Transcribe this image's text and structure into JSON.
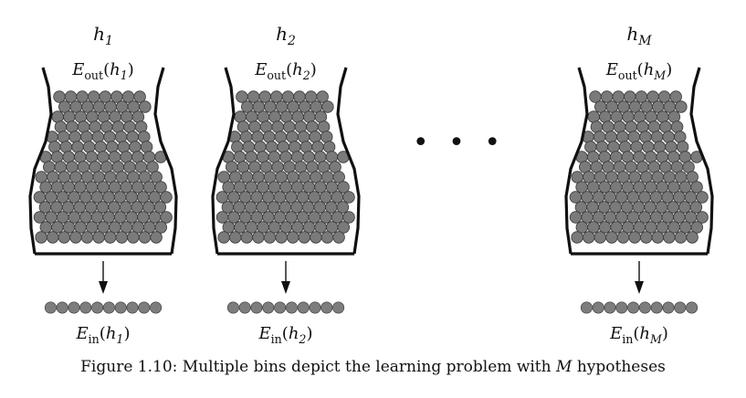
{
  "bins": [
    {
      "id": "h1",
      "hyp_base": "h",
      "hyp_sub": "1",
      "eout_base": "E",
      "eout_sub": "out",
      "ein_base": "E",
      "ein_sub": "in",
      "paren_open": "(",
      "paren_close": ")"
    },
    {
      "id": "h2",
      "hyp_base": "h",
      "hyp_sub": "2",
      "eout_base": "E",
      "eout_sub": "out",
      "ein_base": "E",
      "ein_sub": "in",
      "paren_open": "(",
      "paren_close": ")"
    },
    {
      "id": "hM",
      "hyp_base": "h",
      "hyp_sub": "M",
      "eout_base": "E",
      "eout_sub": "out",
      "ein_base": "E",
      "ein_sub": "in",
      "paren_open": "(",
      "paren_close": ")"
    }
  ],
  "ellipsis": "• • •",
  "caption": {
    "label": "Figure 1.10:",
    "text_before": "Multiple bins depict the learning problem with",
    "m": "M",
    "text_after": "hypotheses"
  },
  "colors": {
    "ink": "#111111",
    "marble_fill": "#7a7a7a",
    "marble_stroke": "#3a3a3a",
    "sample_fill": "#7d7d7d"
  }
}
